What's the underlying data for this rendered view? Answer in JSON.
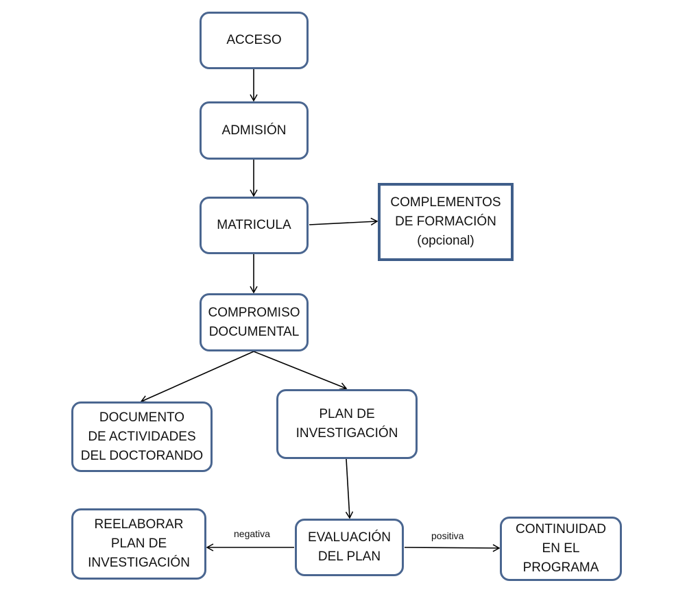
{
  "diagram": {
    "nodes": [
      {
        "id": "acceso",
        "label": "ACCESO"
      },
      {
        "id": "admision",
        "label": "ADMISIÓN"
      },
      {
        "id": "matricula",
        "label": "MATRICULA"
      },
      {
        "id": "complementos",
        "label": "COMPLEMENTOS\nDE FORMACIÓN\n(opcional)"
      },
      {
        "id": "compromiso",
        "label": "COMPROMISO\nDOCUMENTAL"
      },
      {
        "id": "documento",
        "label": "DOCUMENTO\nDE ACTIVIDADES\nDEL DOCTORANDO"
      },
      {
        "id": "plan",
        "label": "PLAN DE\nINVESTIGACIÓN"
      },
      {
        "id": "reelaborar",
        "label": "REELABORAR\nPLAN DE\nINVESTIGACIÓN"
      },
      {
        "id": "evaluacion",
        "label": "EVALUACIÓN\nDEL PLAN"
      },
      {
        "id": "continuidad",
        "label": "CONTINUIDAD\nEN EL\nPROGRAMA"
      }
    ],
    "edges": [
      {
        "from": "acceso",
        "to": "admision",
        "label": ""
      },
      {
        "from": "admision",
        "to": "matricula",
        "label": ""
      },
      {
        "from": "matricula",
        "to": "complementos",
        "label": ""
      },
      {
        "from": "matricula",
        "to": "compromiso",
        "label": ""
      },
      {
        "from": "compromiso",
        "to": "documento",
        "label": ""
      },
      {
        "from": "compromiso",
        "to": "plan",
        "label": ""
      },
      {
        "from": "plan",
        "to": "evaluacion",
        "label": ""
      },
      {
        "from": "evaluacion",
        "to": "reelaborar",
        "label": "negativa"
      },
      {
        "from": "evaluacion",
        "to": "continuidad",
        "label": "positiva"
      }
    ],
    "colors": {
      "border": "#4a6690",
      "arrow": "#000000"
    }
  }
}
